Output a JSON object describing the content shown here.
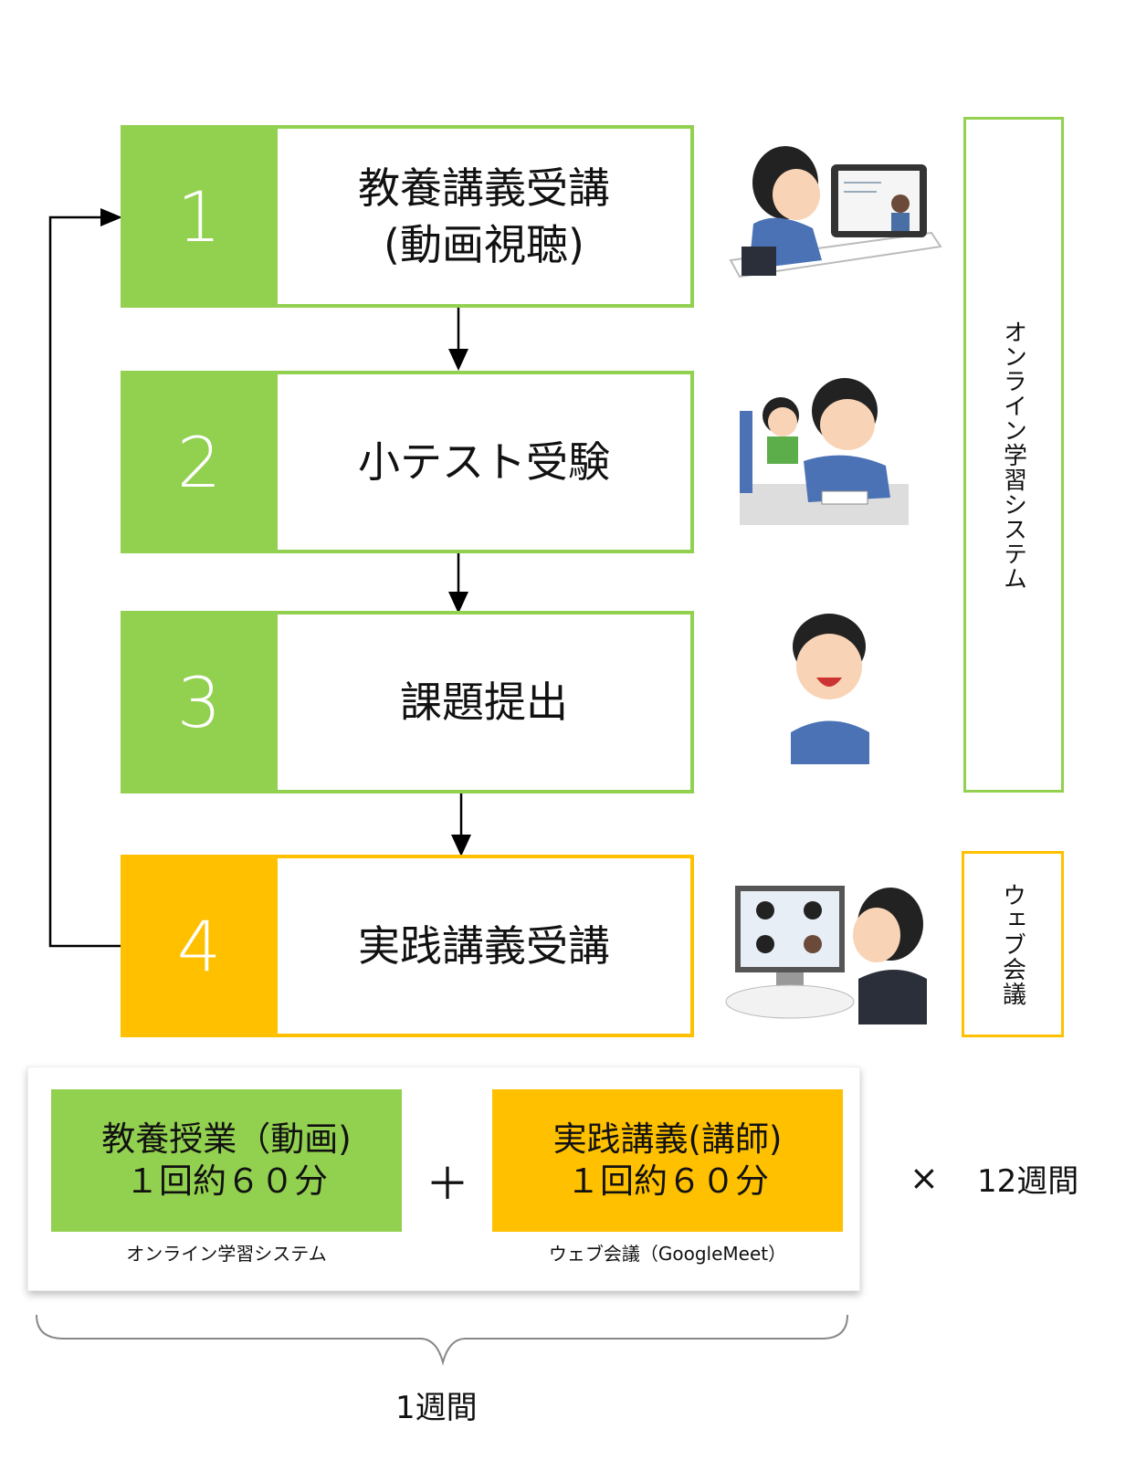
{
  "steps": [
    {
      "number": "1",
      "label_line1": "教養講義受講",
      "label_line2": "(動画視聴)",
      "color": "#92d050"
    },
    {
      "number": "2",
      "label": "小テスト受験",
      "color": "#92d050"
    },
    {
      "number": "3",
      "label": "課題提出",
      "color": "#92d050"
    },
    {
      "number": "4",
      "label": "実践講義受講",
      "color": "#ffc000"
    }
  ],
  "side_labels": {
    "online_system": "オンライン学習システム",
    "web_meeting": "ウェブ会議"
  },
  "illustrations": [
    {
      "icon": "student-watching-tablet-lecture"
    },
    {
      "icon": "students-taking-test"
    },
    {
      "icon": "smiling-student-writing"
    },
    {
      "icon": "student-in-video-conference"
    }
  ],
  "summary": {
    "left_box": {
      "line1": "教養授業（動画)",
      "line2": "１回約６０分",
      "caption": "オンライン学習システム",
      "color": "#92d050"
    },
    "plus": "＋",
    "right_box": {
      "line1": "実践講義(講師)",
      "line2": "１回約６０分",
      "caption": "ウェブ会議（GoogleMeet）",
      "color": "#ffc000"
    },
    "times": "×",
    "weeks_total": "12週間",
    "brace_label": "1週間"
  }
}
